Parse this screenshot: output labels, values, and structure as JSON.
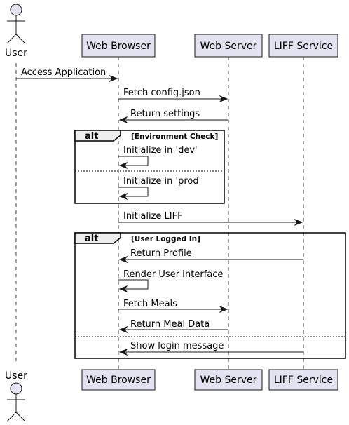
{
  "participants": {
    "user": "User",
    "browser": "Web Browser",
    "server": "Web Server",
    "liff": "LIFF Service"
  },
  "messages": [
    "Access Application",
    "Fetch config.json",
    "Return settings",
    "Initialize in 'dev'",
    "Initialize in 'prod'",
    "Initialize LIFF",
    "Return Profile",
    "Render User Interface",
    "Fetch Meals",
    "Return Meal Data",
    "Show login message"
  ],
  "groups": [
    {
      "keyword": "alt",
      "condition": "[Environment Check]"
    },
    {
      "keyword": "alt",
      "condition": "[User Logged In]"
    }
  ],
  "colors": {
    "participant_fill": "#E2E2F0",
    "stroke": "#181818",
    "group_tab": "#EEEEEE"
  }
}
